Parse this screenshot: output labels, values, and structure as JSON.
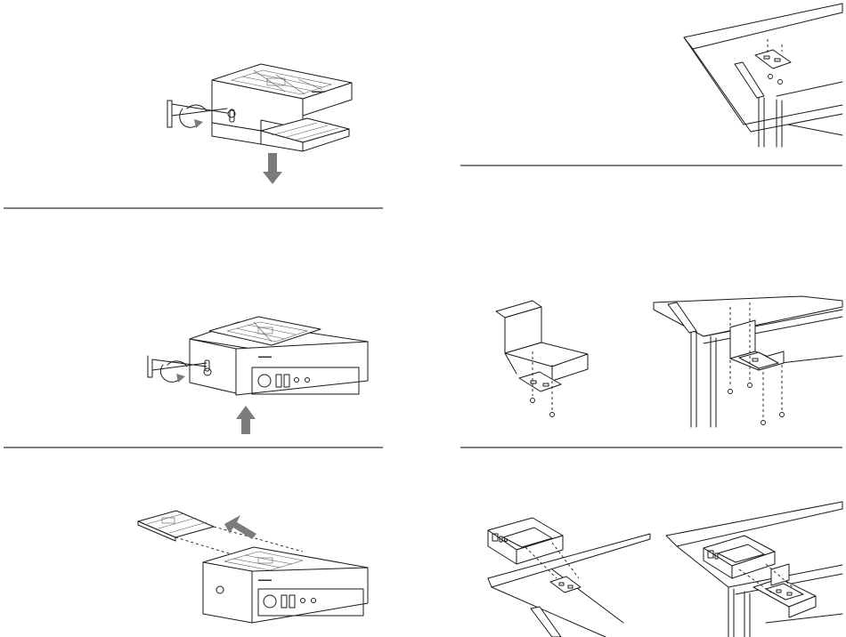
{
  "colors": {
    "line": "#1a1a1a",
    "arrow": "#7b7b7b",
    "background": "#ffffff"
  },
  "panels": [
    {
      "id": "remove-bottom-tray",
      "icons": [
        "hex-key-icon",
        "rotate-arrow-icon",
        "down-arrow-icon"
      ]
    },
    {
      "id": "desk-bracket-top",
      "icons": [
        "mounting-plate-icon",
        "screw-icon"
      ]
    },
    {
      "id": "attach-device-tray",
      "icons": [
        "hex-key-icon",
        "rotate-arrow-icon",
        "up-arrow-icon"
      ]
    },
    {
      "id": "bracket-and-desk-mounting",
      "icons": [
        "bracket-icon",
        "screw-icon"
      ]
    },
    {
      "id": "slide-out-tray",
      "icons": [
        "tray-icon",
        "diagonal-arrow-icon"
      ]
    },
    {
      "id": "device-under-desk",
      "icons": [
        "device-icon",
        "mounting-plate-icon"
      ]
    }
  ]
}
